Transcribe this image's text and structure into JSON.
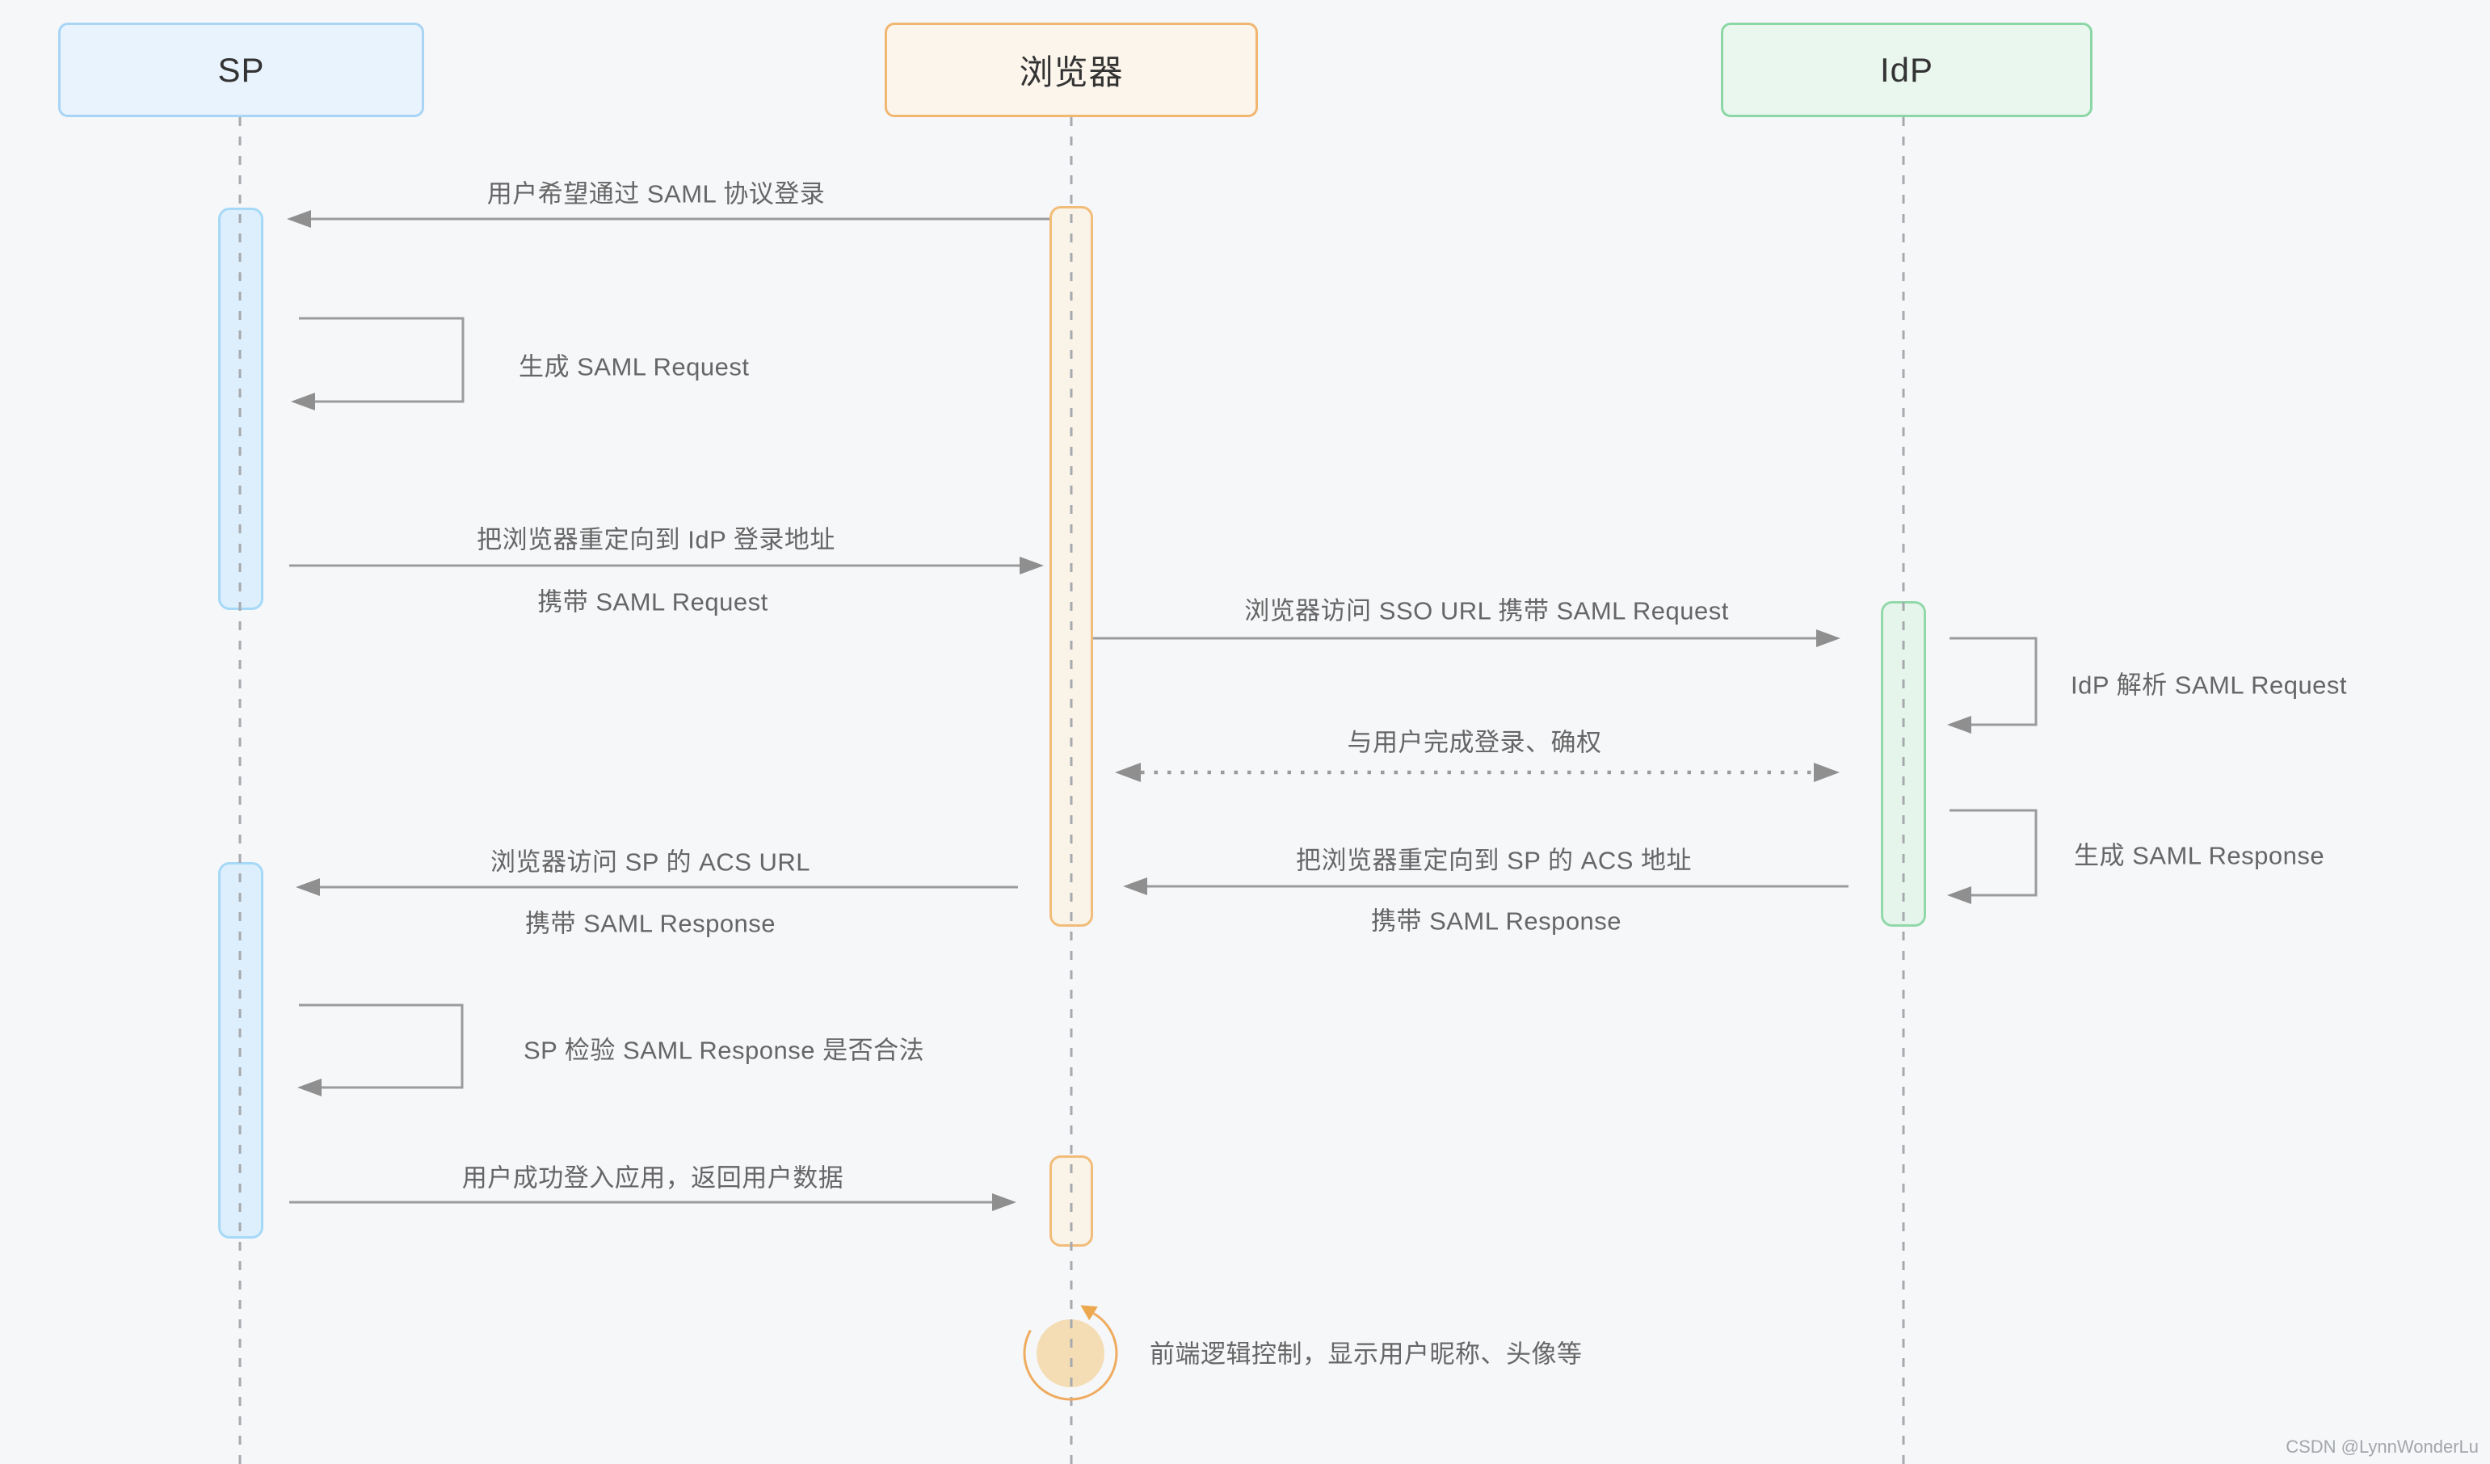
{
  "diagram_type": "sequence-diagram",
  "actors": {
    "sp": "SP",
    "browser": "浏览器",
    "idp": "IdP"
  },
  "messages": {
    "login_request": "用户希望通过 SAML 协议登录",
    "generate_saml_request": "生成 SAML Request",
    "redirect_to_idp_line1": "把浏览器重定向到 IdP 登录地址",
    "redirect_to_idp_line2": "携带 SAML Request",
    "visit_sso_url": "浏览器访问 SSO URL 携带 SAML Request",
    "idp_parse_request": "IdP 解析 SAML Request",
    "user_login_confirm": "与用户完成登录、确权",
    "generate_saml_response": "生成 SAML Response",
    "redirect_to_sp_line1": "把浏览器重定向到 SP 的 ACS 地址",
    "redirect_to_sp_line2": "携带 SAML Response",
    "visit_acs_url_line1": "浏览器访问 SP 的 ACS URL",
    "visit_acs_url_line2": "携带 SAML Response",
    "sp_verify_response": "SP 检验 SAML Response 是否合法",
    "login_success": "用户成功登入应用，返回用户数据",
    "frontend_logic": "前端逻辑控制，显示用户昵称、头像等"
  },
  "watermark": "CSDN @LynnWonderLu",
  "colors": {
    "background": "#f6f7f9",
    "sp_fill": "#e8f3fd",
    "sp_border": "#a8d4f6",
    "browser_fill": "#fbf5eb",
    "browser_border": "#f1b670",
    "idp_fill": "#e9f7ef",
    "idp_border": "#8bd7a5",
    "arrow": "#9b9b9b",
    "label_text": "#666666",
    "cycle_icon_fill": "#f4ddb4",
    "cycle_icon_arc": "#efac60"
  }
}
